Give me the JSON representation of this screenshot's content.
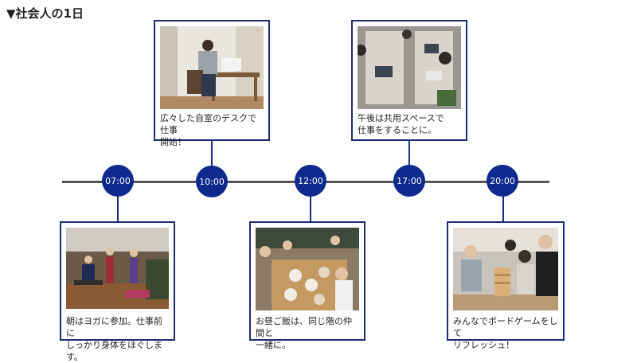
{
  "page": {
    "title": "▼社会人の1日"
  },
  "timeline": {
    "stops": [
      {
        "time": "07:00",
        "caption": "朝はヨガに参加。仕事前に\nしっかり身体をほぐします。",
        "photo": "yoga-photo"
      },
      {
        "time": "10:00",
        "caption": "広々した自室のデスクで仕事\n開始！",
        "photo": "desk-work-photo"
      },
      {
        "time": "12:00",
        "caption": "お昼ご飯は、同じ階の仲間と\n一緒に。",
        "photo": "lunch-photo"
      },
      {
        "time": "17:00",
        "caption": "午後は共用スペースで\n仕事をすることに。",
        "photo": "coworking-photo"
      },
      {
        "time": "20:00",
        "caption": "みんなでボードゲームをして\nリフレッシュ！",
        "photo": "board-game-photo"
      }
    ]
  },
  "colors": {
    "dot": "#0e2a8c",
    "card_border": "#1b2c72",
    "line": "#555555"
  }
}
